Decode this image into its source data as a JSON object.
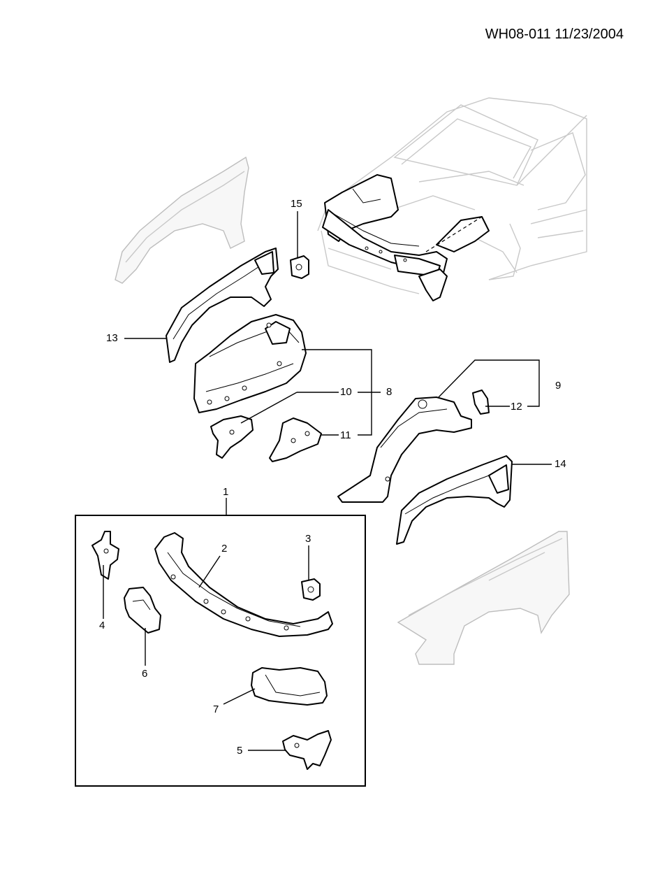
{
  "header": {
    "code": "WH08-011 11/23/2004"
  },
  "callouts": [
    "1",
    "2",
    "3",
    "4",
    "5",
    "6",
    "7",
    "8",
    "9",
    "10",
    "11",
    "12",
    "13",
    "14",
    "15"
  ]
}
